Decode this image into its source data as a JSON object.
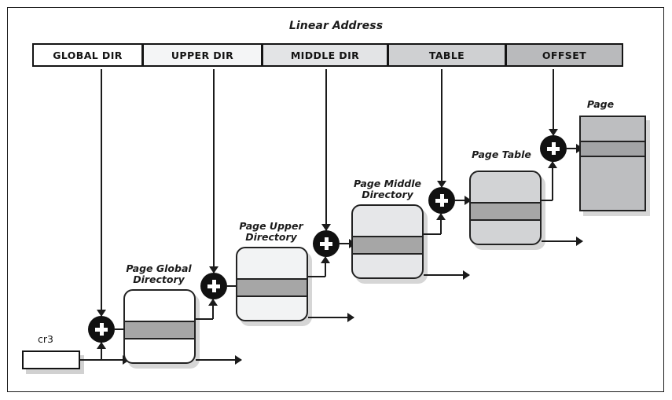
{
  "diagram": {
    "title": "Linear Address",
    "address_fields": [
      {
        "label": "GLOBAL DIR",
        "color": "#ffffff",
        "width": 140
      },
      {
        "label": "UPPER DIR",
        "color": "#f4f5f6",
        "width": 152
      },
      {
        "label": "MIDDLE DIR",
        "color": "#e3e4e6",
        "width": 160
      },
      {
        "label": "TABLE",
        "color": "#cfd0d2",
        "width": 150
      },
      {
        "label": "OFFSET",
        "color": "#b9babc",
        "width": 150
      }
    ],
    "stages": [
      {
        "name": "Page Global Directory",
        "label": "Page Global\nDirectory",
        "fill": "#ffffff",
        "band": "#a6a6a6"
      },
      {
        "name": "Page Upper Directory",
        "label": "Page Upper\nDirectory",
        "fill": "#f2f3f4",
        "band": "#a6a6a6"
      },
      {
        "name": "Page Middle Directory",
        "label": "Page Middle\nDirectory",
        "fill": "#e6e7e9",
        "band": "#a6a6a6"
      },
      {
        "name": "Page Table",
        "label": "Page Table",
        "fill": "#d2d3d5",
        "band": "#a6a6a6"
      },
      {
        "name": "Page",
        "label": "Page",
        "fill": "#bdbec0",
        "band": "#a3a4a6"
      }
    ],
    "register": {
      "label": "cr3"
    },
    "operator_icon": "plus-icon",
    "colors": {
      "ink": "#1b1b1b",
      "band": "#a6a6a6",
      "node": "#111111"
    }
  }
}
